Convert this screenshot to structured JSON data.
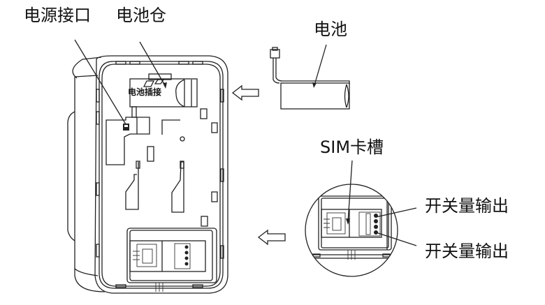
{
  "labels": {
    "power_port": "电源接口",
    "battery_compartment": "电池仓",
    "battery": "电池",
    "battery_connector_inner": "电池插接",
    "sim_slot": "SIM卡槽",
    "switch_output_1": "开关量输出",
    "switch_output_2": "开关量输出"
  },
  "colors": {
    "line": "#222222",
    "background": "#ffffff"
  }
}
